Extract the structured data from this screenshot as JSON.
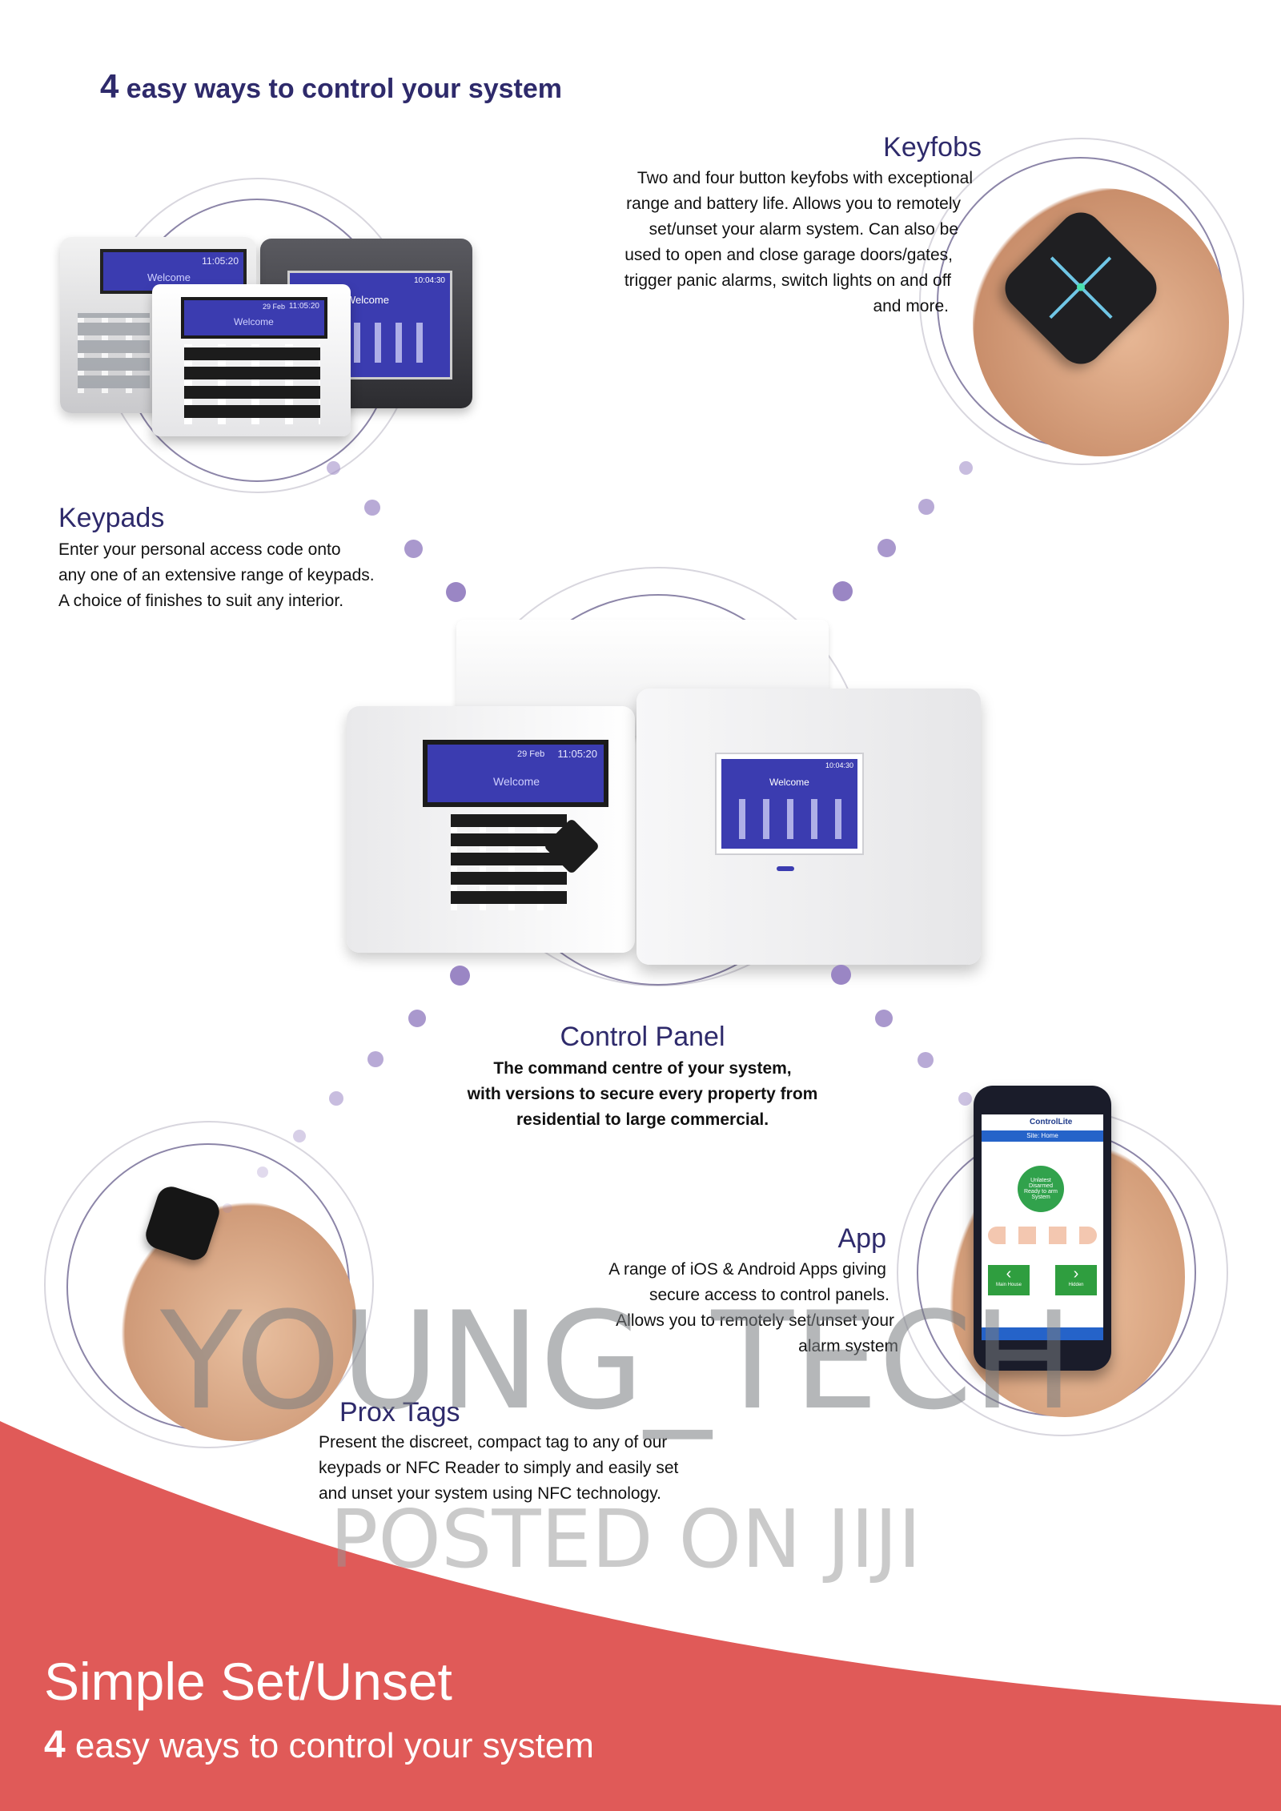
{
  "header": {
    "number": "4",
    "title_rest": " easy ways to control your system"
  },
  "sections": {
    "keyfobs": {
      "title": "Keyfobs",
      "lines": [
        "Two and four button keyfobs with exceptional",
        "range and battery life. Allows you to remotely",
        "set/unset your alarm system. Can also be",
        "used to open and close garage doors/gates,",
        "trigger panic alarms, switch lights on and off",
        "and more."
      ]
    },
    "keypads": {
      "title": "Keypads",
      "lines": [
        "Enter your personal access code onto",
        "any one of an extensive range of keypads.",
        "A choice of finishes to suit any interior."
      ]
    },
    "control_panel": {
      "title": "Control Panel",
      "lines": [
        "The command centre of your system,",
        "with versions to secure every property from",
        "residential to large commercial."
      ]
    },
    "app": {
      "title": "App",
      "lines": [
        "A range of iOS & Android Apps giving",
        "secure access to control panels.",
        "Allows you to remotely set/unset your",
        "alarm system"
      ]
    },
    "prox_tags": {
      "title": "Prox Tags",
      "lines": [
        "Present the discreet, compact tag to any of our",
        "keypads or NFC Reader to simply and easily set",
        "and unset your system using NFC technology."
      ]
    }
  },
  "device_screens": {
    "welcome": "Welcome",
    "lcd_time": "11:05:20",
    "lcd_date": "29 Feb",
    "touch_time": "10:04:30"
  },
  "phone": {
    "app_name": "ControlLite",
    "site": "Site: Home",
    "status": "Unlatest Disarmed Ready to arm System",
    "left_label": "Main House",
    "right_label": "Hidden"
  },
  "footer": {
    "title": "Simple Set/Unset",
    "number": "4",
    "subtitle_rest": " easy ways to control your system"
  },
  "watermark": {
    "line1": "YOUNG_TECH",
    "line2": "POSTED ON JIJI"
  },
  "colors": {
    "heading": "#2e2a6b",
    "accent_red": "#e05a58",
    "dot_purple": "#9a86c4",
    "screen_blue": "#3b3cb0"
  }
}
